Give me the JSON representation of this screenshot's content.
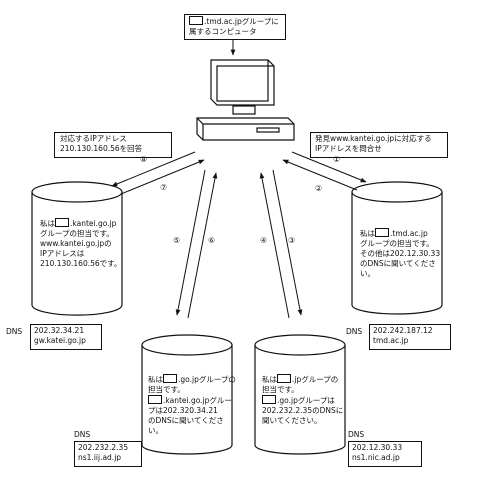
{
  "client": {
    "callout_line1_suffix": ".tmd.ac.jpグループに",
    "callout_line2": "属するコンピュータ"
  },
  "left_callout": {
    "line1": "対応するIPアドレス",
    "line2": "210.130.160.56を回答"
  },
  "right_callout": {
    "line1": "発見www.kantei.go.jpに対応する",
    "line2": "IPアドレスを問合せ"
  },
  "servers": {
    "gw": {
      "text_line1_suffix": ".kantei.go.jp",
      "text_line1_prefix": "私は",
      "text_line2": "グループの担当です。",
      "text_line3": "www.kantei.go.jpの",
      "text_line4": "IPアドレスは",
      "text_line5": "210.130.160.56です。",
      "dns_label": "DNS",
      "ip": "202.32.34.21",
      "host": "gw.katei.go.jp"
    },
    "tmd": {
      "text_line1_prefix": "私は",
      "text_line1_suffix": ".tmd.ac.jp",
      "text_line2": "グループの担当です。",
      "text_line3": "その他は202.12.30.33",
      "text_line4": "のDNSに聞いてください。",
      "dns_label": "DNS",
      "ip": "202.242.187.12",
      "host": "tmd.ac.jp"
    },
    "iij": {
      "text_line1_prefix": "私は",
      "text_line1_suffix": ".go.jpグループの",
      "text_line2": "担当です。",
      "text_line3_suffix": ".kantei.go.jpグルー",
      "text_line4": "プは202.320.34.21",
      "text_line5": "のDNSに聞いてくださ",
      "text_line6": "い。",
      "dns_label": "DNS",
      "ip": "202.232.2.35",
      "host": "ns1.iij.ad.jp"
    },
    "nic": {
      "text_line1_prefix": "私は",
      "text_line1_suffix": ".jpグループの",
      "text_line2": "担当です。",
      "text_line3_suffix": ".go.jpグループは",
      "text_line4": "202.232.2.35のDNSに",
      "text_line5": "聞いてください。",
      "dns_label": "DNS",
      "ip": "202.12.30.33",
      "host": "ns1.nic.ad.jp"
    }
  },
  "steps": {
    "s1": "①",
    "s2": "②",
    "s3": "③",
    "s4": "④",
    "s5": "⑤",
    "s6": "⑥",
    "s7": "⑦",
    "s8": "⑧"
  }
}
